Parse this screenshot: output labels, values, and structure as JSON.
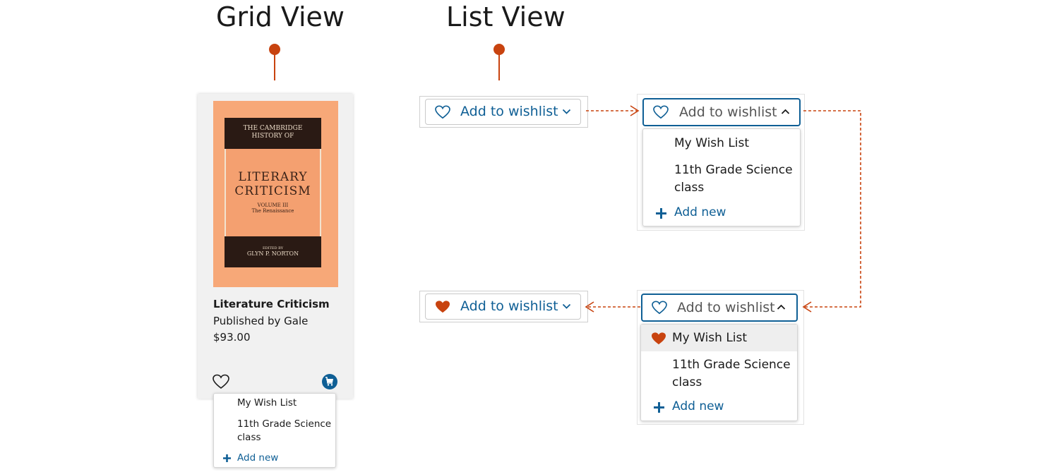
{
  "headings": {
    "grid": "Grid View",
    "list": "List View"
  },
  "product": {
    "cover": {
      "top_line1": "THE CAMBRIDGE",
      "top_line2": "HISTORY OF",
      "title_line1": "LITERARY",
      "title_line2": "CRITICISM",
      "volume": "VOLUME III",
      "subtitle": "The Renaissance",
      "edited": "EDITED BY",
      "editor": "GLYN P. NORTON"
    },
    "title": "Literature Criticism",
    "publisher": "Published by Gale",
    "price": "$93.00"
  },
  "wishlist": {
    "button_label": "Add to wishlist",
    "lists": [
      "My Wish List",
      "11th Grade Science class"
    ],
    "list2_line1": "11th Grade Science",
    "list2_line2": "class",
    "add_new": "Add new"
  },
  "colors": {
    "accent": "#c8430f",
    "brand_blue": "#0f5f95",
    "cart": "#0f5f95"
  },
  "icons": [
    "heart-outline-icon",
    "heart-filled-icon",
    "chevron-down-icon",
    "chevron-up-icon",
    "plus-icon",
    "cart-icon"
  ]
}
